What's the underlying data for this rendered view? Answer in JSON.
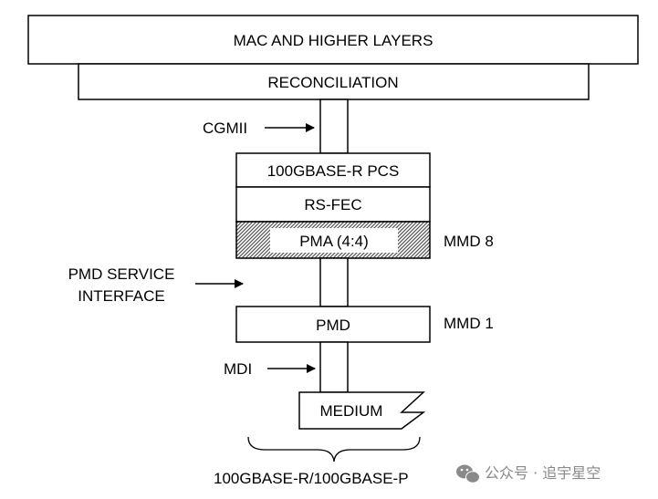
{
  "layers": {
    "mac": "MAC AND HIGHER LAYERS",
    "reconciliation": "RECONCILIATION",
    "pcs": "100GBASE-R PCS",
    "rsfec": "RS-FEC",
    "pma": "PMA (4:4)",
    "pmd": "PMD",
    "medium": "MEDIUM"
  },
  "interfaces": {
    "cgmii": "CGMII",
    "pmd_service_line1": "PMD SERVICE",
    "pmd_service_line2": "INTERFACE",
    "mdi": "MDI"
  },
  "mmd": {
    "mmd8": "MMD 8",
    "mmd1": "MMD 1"
  },
  "footer": {
    "phy_name": "100GBASE-R/100GBASE-P"
  },
  "watermark": {
    "text": "公众号 · 追宇星空",
    "icon": "wechat-icon"
  },
  "colors": {
    "stroke": "#000000",
    "hatch": "#5a5a5a",
    "watermark": "#8a8a8a"
  }
}
